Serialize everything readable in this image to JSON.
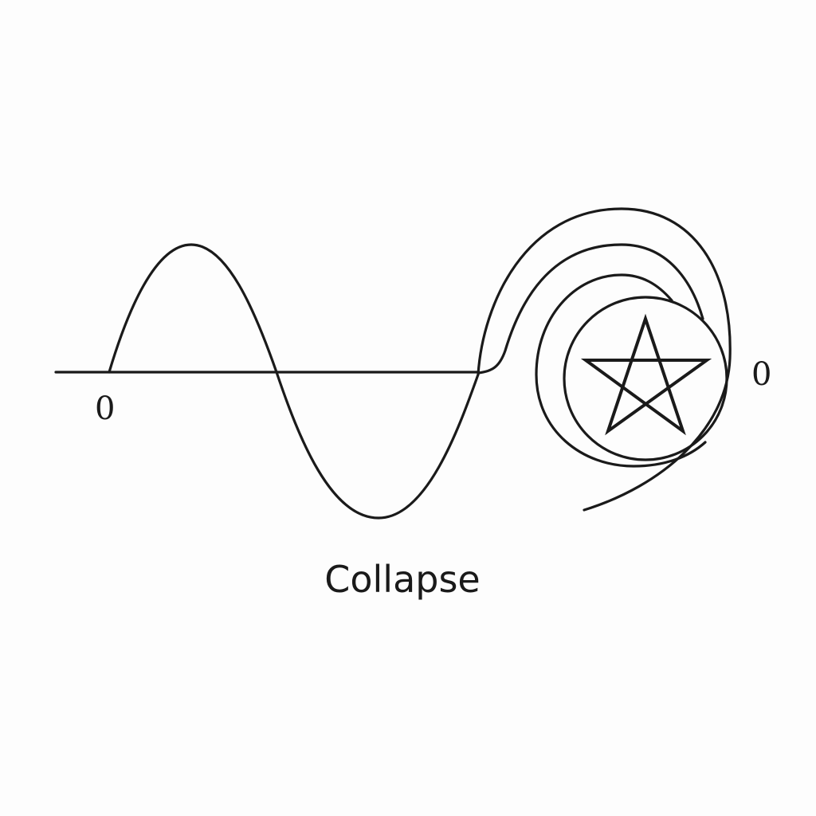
{
  "diagram": {
    "left_label": "0",
    "right_label": "0",
    "caption": "Collapse",
    "stroke_color": "#1a1a1a",
    "center_symbol": "pentagram-icon"
  }
}
